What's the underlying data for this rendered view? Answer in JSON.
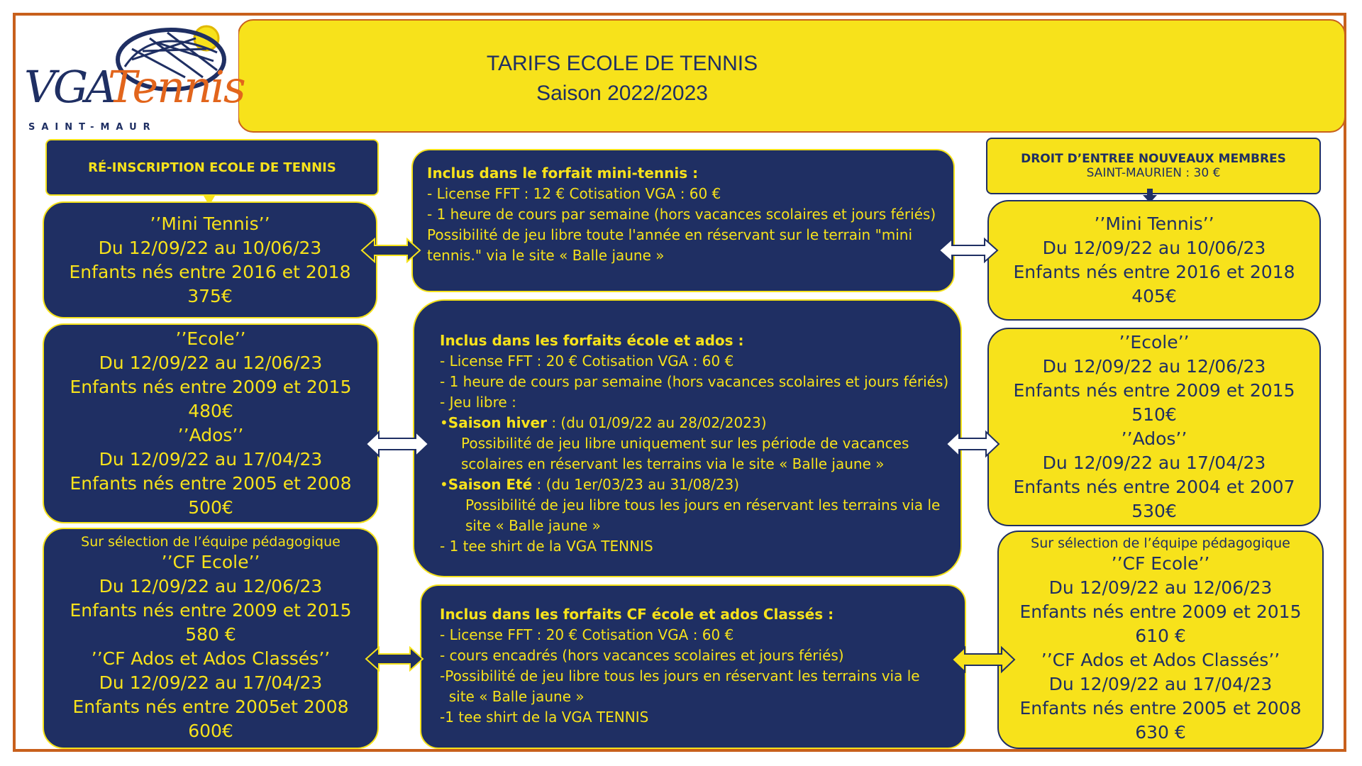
{
  "header": {
    "title_line1": "TARIFS ECOLE DE TENNIS",
    "title_line2": "Saison 2022/2023"
  },
  "logo": {
    "brand_vga": "VGA",
    "brand_tennis": "Tennis",
    "subtitle": "SAINT-MAUR"
  },
  "colors": {
    "navy": "#1f2f63",
    "yellow": "#f7e21b",
    "orange": "#c8601c"
  },
  "left": {
    "header_label": "RÉ-INSCRIPTION ECOLE DE TENNIS",
    "mini": [
      "’’Mini Tennis’’",
      "Du 12/09/22 au 10/06/23",
      "Enfants nés entre 2016 et 2018",
      "375€"
    ],
    "ecole": [
      "’’Ecole’’",
      "Du 12/09/22 au 12/06/23",
      "Enfants nés entre 2009 et 2015",
      "480€",
      "’’Ados’’",
      "Du 12/09/22 au 17/04/23",
      "Enfants nés entre 2005 et 2008",
      "500€"
    ],
    "cf_note": "Sur sélection  de l’équipe  pédagogique",
    "cf": [
      "’’CF Ecole’’",
      "Du 12/09/22 au 12/06/23",
      "Enfants nés entre 2009 et 2015",
      "580 €",
      "’’CF Ados et Ados Classés’’",
      "Du 12/09/22 au 17/04/23",
      "Enfants nés entre 2005et 2008",
      "600€"
    ]
  },
  "right": {
    "header_label": "DROIT D’ENTREE NOUVEAUX MEMBRES",
    "header_sub": "SAINT-MAURIEN : 30 €",
    "mini": [
      "’’Mini Tennis’’",
      "Du 12/09/22 au 10/06/23",
      "Enfants nés entre 2016 et 2018",
      "405€"
    ],
    "ecole": [
      "’’Ecole’’",
      "Du 12/09/22 au 12/06/23",
      "Enfants nés entre 2009 et 2015",
      "510€",
      "’’Ados’’",
      "Du 12/09/22 au 17/04/23",
      "Enfants nés entre 2004 et 2007",
      "530€"
    ],
    "cf_note": "Sur sélection  de l’équipe  pédagogique",
    "cf": [
      "’’CF Ecole’’",
      "Du 12/09/22 au 12/06/23",
      "Enfants nés entre 2009 et 2015",
      "610 €",
      "’’CF Ados et Ados Classés’’",
      "Du 12/09/22 au 17/04/23",
      "Enfants nés entre 2005 et 2008",
      "630 €"
    ]
  },
  "middle": {
    "mini": {
      "title": "Inclus dans le forfait mini-tennis :",
      "lines": [
        "- License FFT : 12 €   Cotisation VGA : 60 €",
        "- 1 heure de cours par semaine (hors vacances scolaires et jours fériés)",
        "Possibilité de jeu libre toute l'année en réservant sur le terrain \"mini",
        "tennis.\" via le site « Balle jaune »"
      ]
    },
    "ecole": {
      "title": "Inclus dans les forfaits école et ados :",
      "line1": "- License FFT : 20 €   Cotisation VGA : 60 €",
      "line2": "- 1 heure de cours par semaine (hors vacances scolaires et jours fériés)",
      "line3": "- Jeu libre :",
      "bullet": "•",
      "hiver_label": "Saison hiver",
      "hiver_rest": " : (du 01/09/22 au 28/02/2023)",
      "hiver_l1": "Possibilité de jeu libre uniquement sur les période de vacances",
      "hiver_l2": "scolaires en réservant les terrains via le site « Balle jaune »",
      "ete_label": "Saison Eté",
      "ete_rest": " : (du 1er/03/23 au 31/08/23)",
      "ete_l1": "Possibilité de jeu libre tous les jours en réservant les terrains via le",
      "ete_l2": "site « Balle jaune »",
      "line_last": "- 1 tee shirt de la VGA TENNIS"
    },
    "cf": {
      "title": "Inclus dans les forfaits  CF école et ados Classés :",
      "lines": [
        "- License FFT : 20 €   Cotisation VGA : 60 €",
        "- cours encadrés (hors vacances scolaires et jours fériés)",
        "-Possibilité de jeu libre tous les jours en réservant les terrains via le",
        "  site « Balle jaune »",
        "-1 tee shirt de la VGA TENNIS"
      ]
    }
  }
}
